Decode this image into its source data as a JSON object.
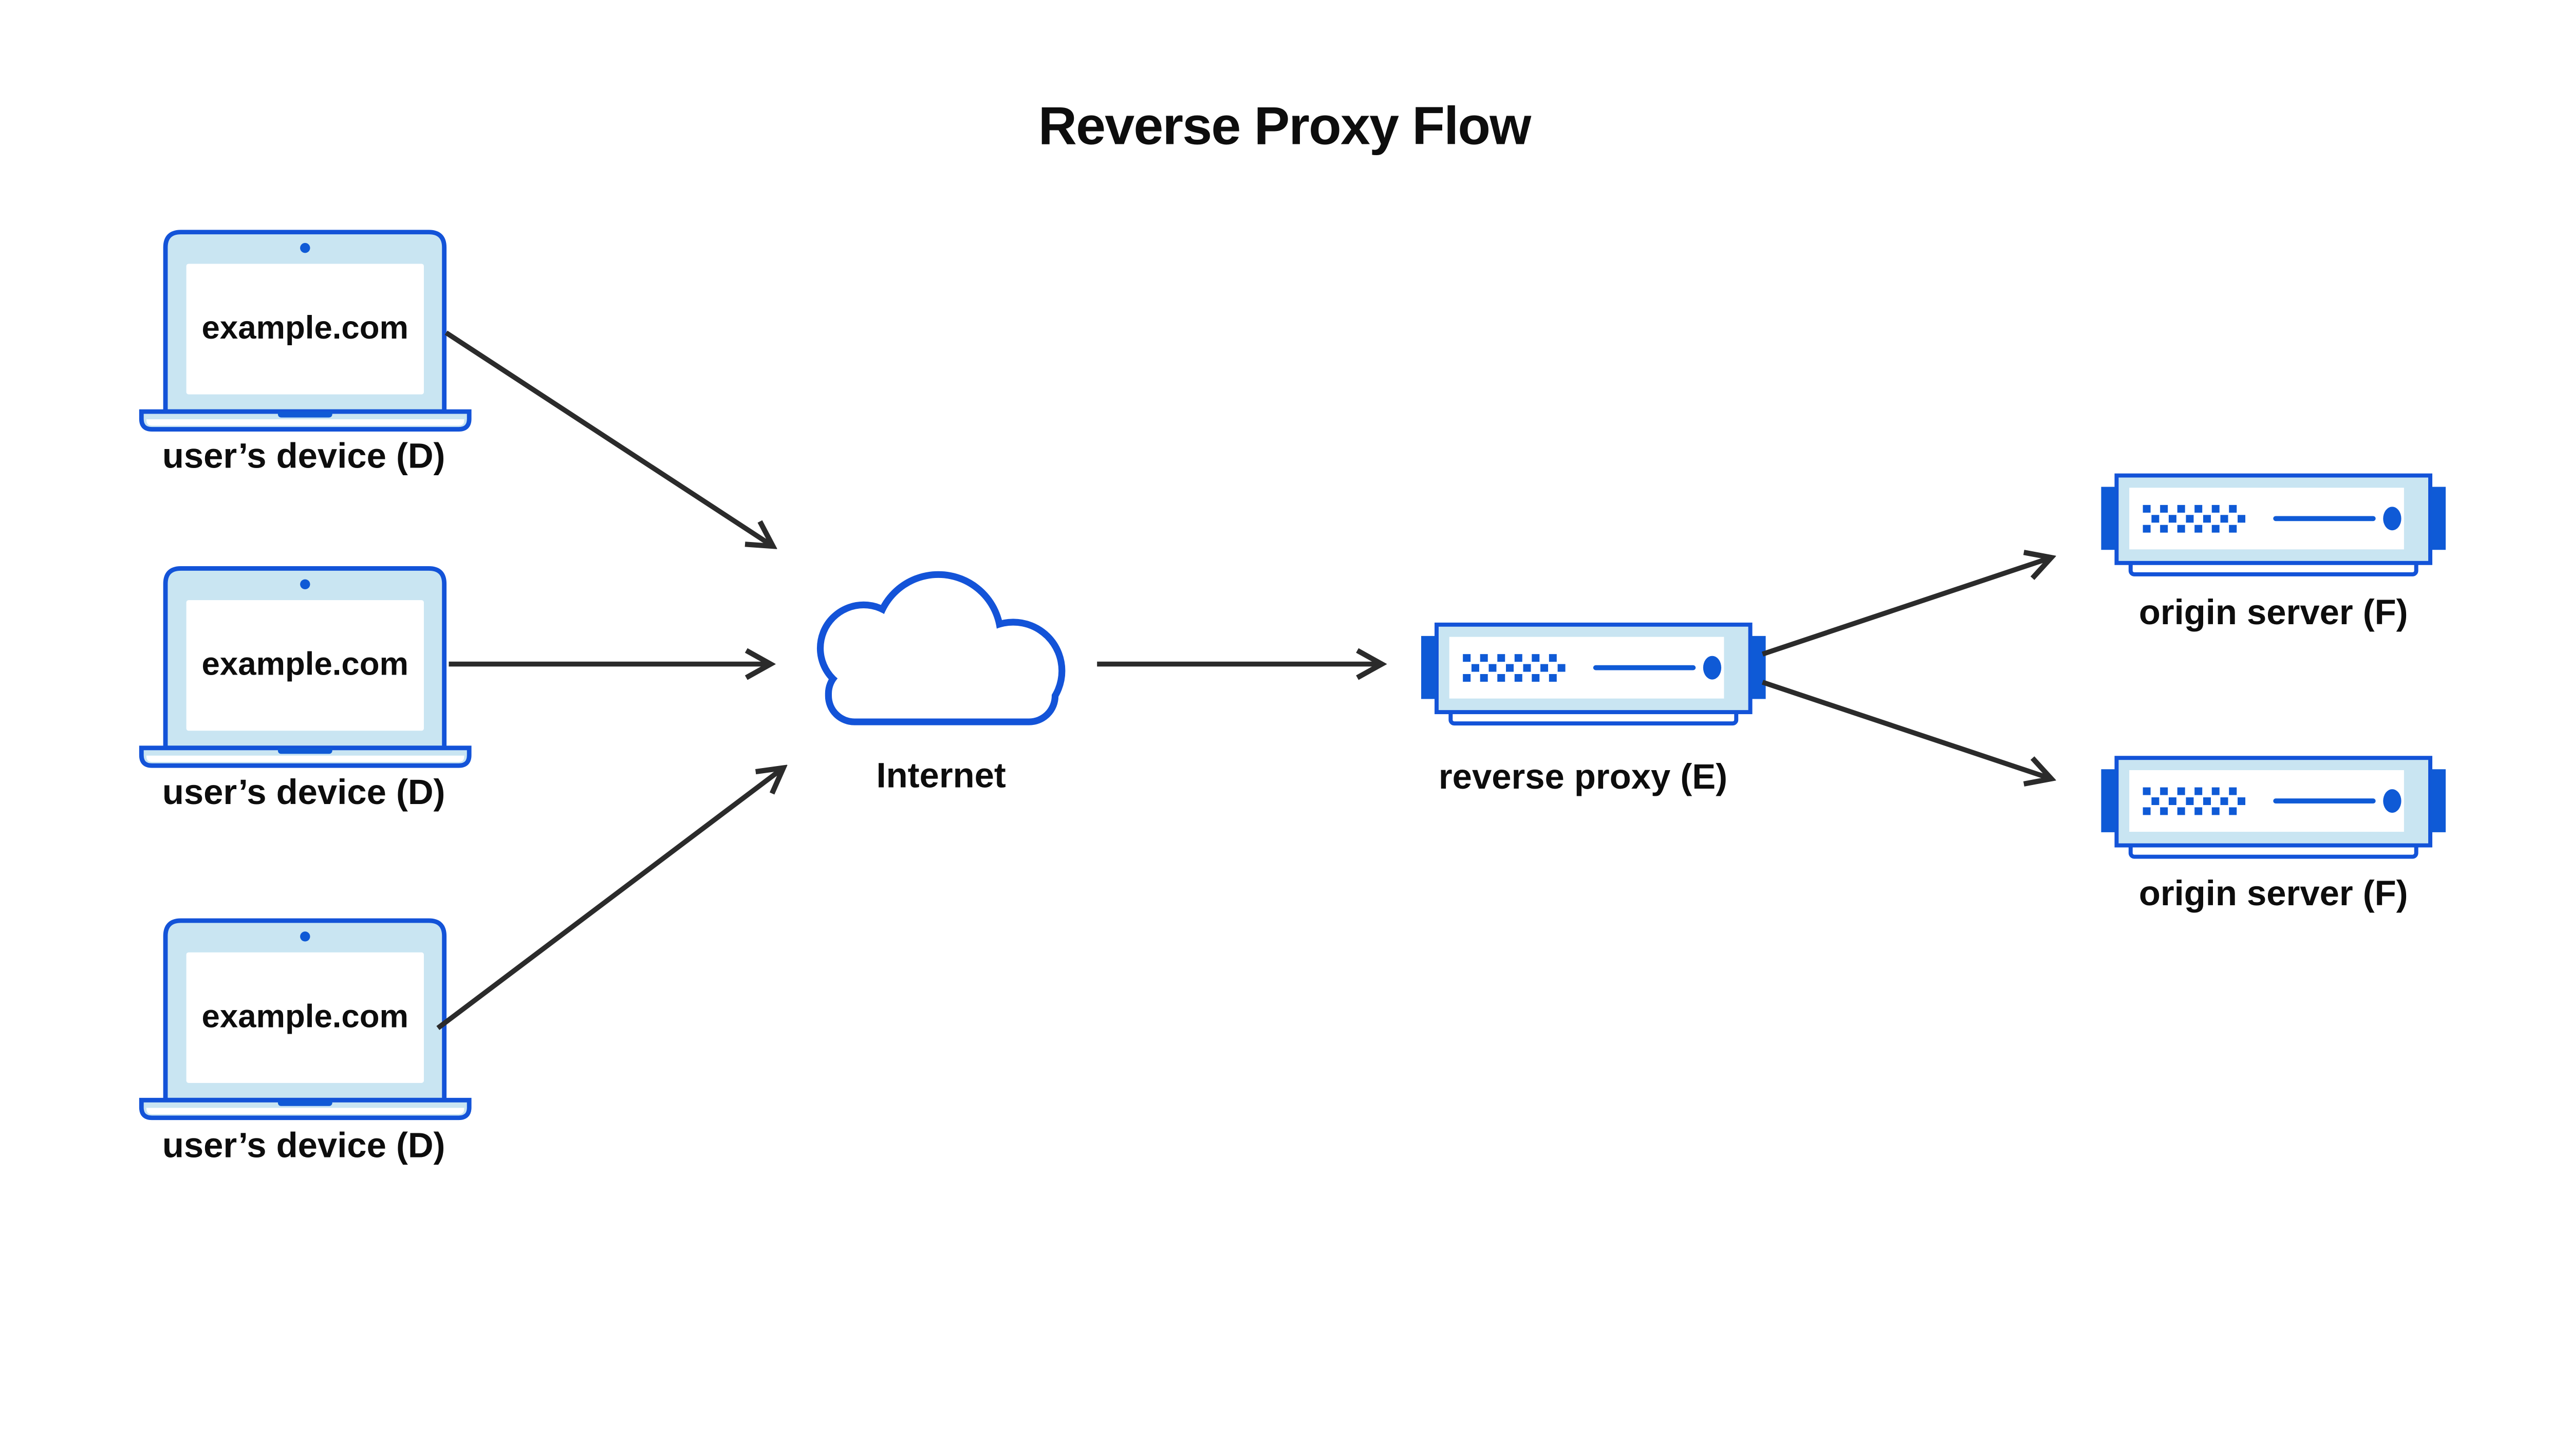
{
  "title": "Reverse Proxy Flow",
  "nodes": {
    "devices": [
      {
        "screen": "example.com",
        "label": "user’s device (D)"
      },
      {
        "screen": "example.com",
        "label": "user’s device (D)"
      },
      {
        "screen": "example.com",
        "label": "user’s device (D)"
      }
    ],
    "internet": {
      "label": "Internet"
    },
    "reverse_proxy": {
      "label": "reverse proxy (E)"
    },
    "origin_servers": [
      {
        "label": "origin server (F)"
      },
      {
        "label": "origin server (F)"
      }
    ]
  },
  "edges": [
    {
      "from": "user-device-1",
      "to": "internet"
    },
    {
      "from": "user-device-2",
      "to": "internet"
    },
    {
      "from": "user-device-3",
      "to": "internet"
    },
    {
      "from": "internet",
      "to": "reverse-proxy"
    },
    {
      "from": "reverse-proxy",
      "to": "origin-server-1"
    },
    {
      "from": "reverse-proxy",
      "to": "origin-server-2"
    }
  ],
  "colors": {
    "stroke_blue": "#1353d8",
    "accent_blue": "#0f5ad6",
    "light_blue": "#c9e5f2",
    "arrow": "#2b2b2b",
    "text": "#0d0d0d",
    "background": "#ffffff"
  }
}
